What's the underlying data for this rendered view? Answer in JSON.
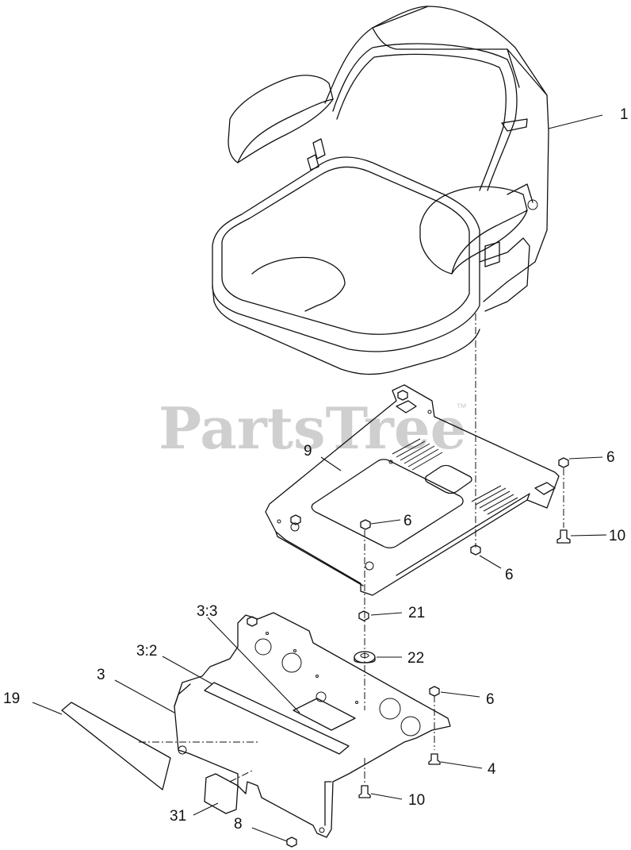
{
  "watermark": {
    "text": "PartsTree",
    "trademark": "™"
  },
  "parts": [
    {
      "id": "seat",
      "label": "1"
    },
    {
      "id": "plate",
      "label": "9"
    },
    {
      "id": "nut-plate-right",
      "label": "6"
    },
    {
      "id": "bolt-plate-right",
      "label": "10"
    },
    {
      "id": "nut-plate-center",
      "label": "6"
    },
    {
      "id": "nut-plate-lower",
      "label": "6"
    },
    {
      "id": "nut-21",
      "label": "21"
    },
    {
      "id": "spacer-22",
      "label": "22"
    },
    {
      "id": "nut-base",
      "label": "6"
    },
    {
      "id": "bolt-4",
      "label": "4"
    },
    {
      "id": "bolt-base",
      "label": "10"
    },
    {
      "id": "bolt-8",
      "label": "8"
    },
    {
      "id": "decal-31",
      "label": "31"
    },
    {
      "id": "decal-19",
      "label": "19"
    },
    {
      "id": "base-3",
      "label": "3"
    },
    {
      "id": "decal-3-2",
      "label": "3:2"
    },
    {
      "id": "decal-3-3",
      "label": "3:3"
    }
  ]
}
